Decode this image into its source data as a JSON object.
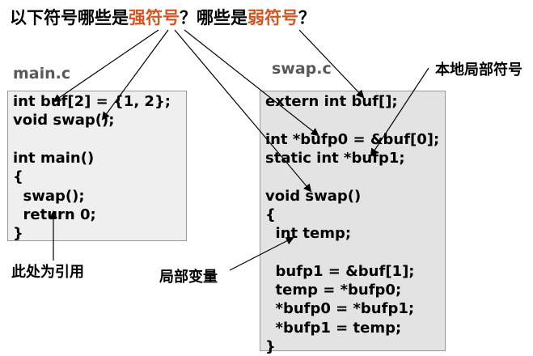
{
  "title": {
    "part1": "以下符号哪些是",
    "strong": "强符号",
    "part2": "？哪些是",
    "weak": "弱符号",
    "part3": "？"
  },
  "main_file": {
    "name": "main.c",
    "lines": [
      "int buf[2] = {1, 2};",
      "void swap();",
      "",
      "int main()",
      "{",
      "  swap();",
      "  return 0;",
      "}"
    ]
  },
  "swap_file": {
    "name": "swap.c",
    "lines": [
      "extern int buf[];",
      "",
      "int *bufp0 = &buf[0];",
      "static int *bufp1;",
      "",
      "void swap()",
      "{",
      "  int temp;",
      "",
      "  bufp1 = &buf[1];",
      "  temp = *bufp0;",
      "  *bufp0 = *bufp1;",
      "  *bufp1 = temp;",
      "}"
    ]
  },
  "annotations": {
    "local_symbol": "本地局部符号",
    "reference": "此处为引用",
    "local_variable": "局部变量"
  },
  "colors": {
    "highlight": "#d9531e",
    "box_fill": "#efefef",
    "label_gray": "#595959"
  }
}
